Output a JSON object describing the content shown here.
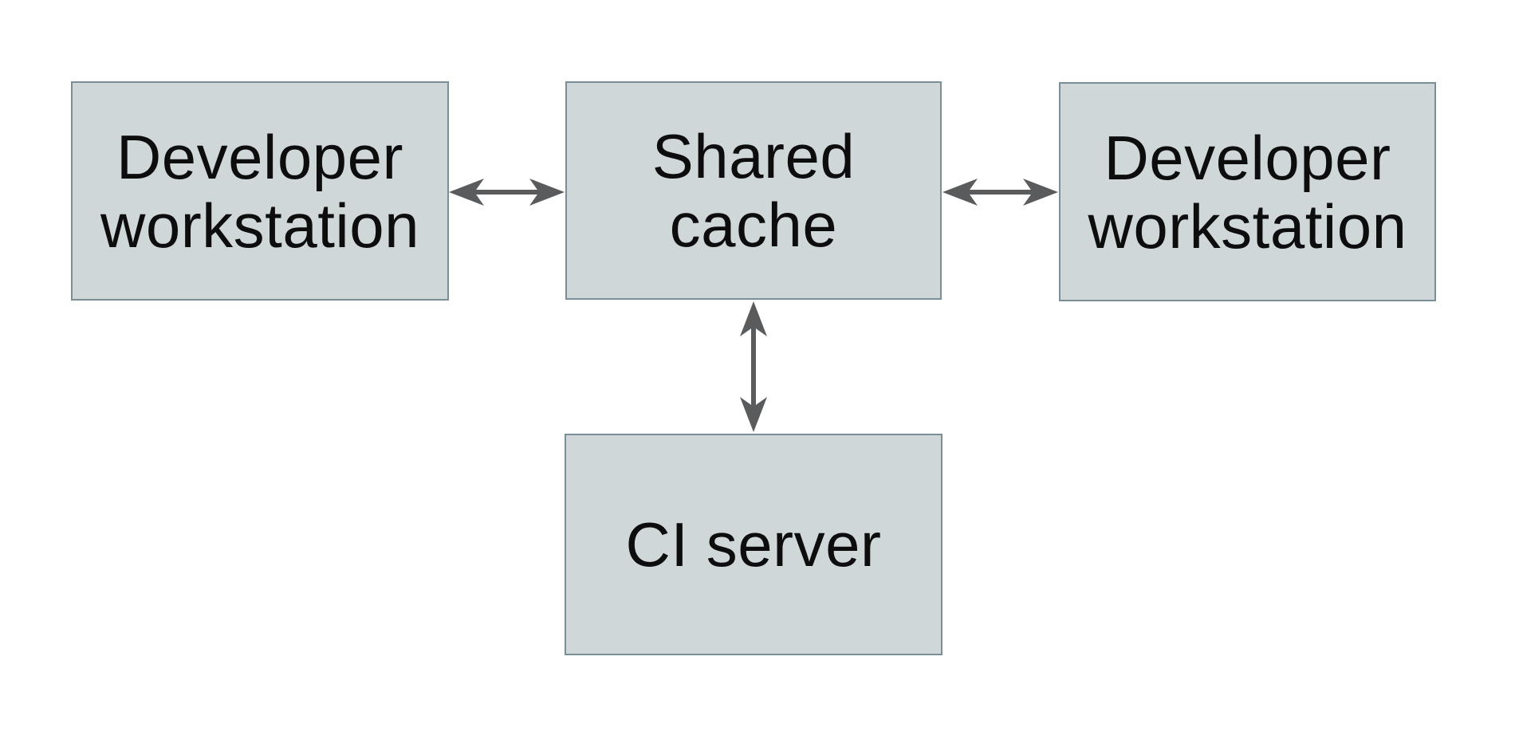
{
  "diagram": {
    "colors": {
      "bg": "#ffffff",
      "box-fill": "#d0d7d9",
      "box-border": "#7a8e97",
      "arrow": "#595b5d",
      "text": "#0d0d0d"
    },
    "nodes": [
      {
        "id": "developer-workstation-left",
        "label": "Developer workstation",
        "lines": [
          "Developer",
          "workstation"
        ]
      },
      {
        "id": "shared-cache",
        "label": "Shared cache",
        "lines": [
          "Shared",
          "cache"
        ]
      },
      {
        "id": "developer-workstation-right",
        "label": "Developer workstation",
        "lines": [
          "Developer",
          "workstation"
        ]
      },
      {
        "id": "ci-server",
        "label": "CI server",
        "lines": [
          "CI server"
        ]
      }
    ],
    "connections": [
      {
        "from": "developer-workstation-left",
        "to": "shared-cache",
        "type": "bidirectional-arrow"
      },
      {
        "from": "shared-cache",
        "to": "developer-workstation-right",
        "type": "bidirectional-arrow"
      },
      {
        "from": "shared-cache",
        "to": "ci-server",
        "type": "bidirectional-arrow"
      }
    ]
  }
}
